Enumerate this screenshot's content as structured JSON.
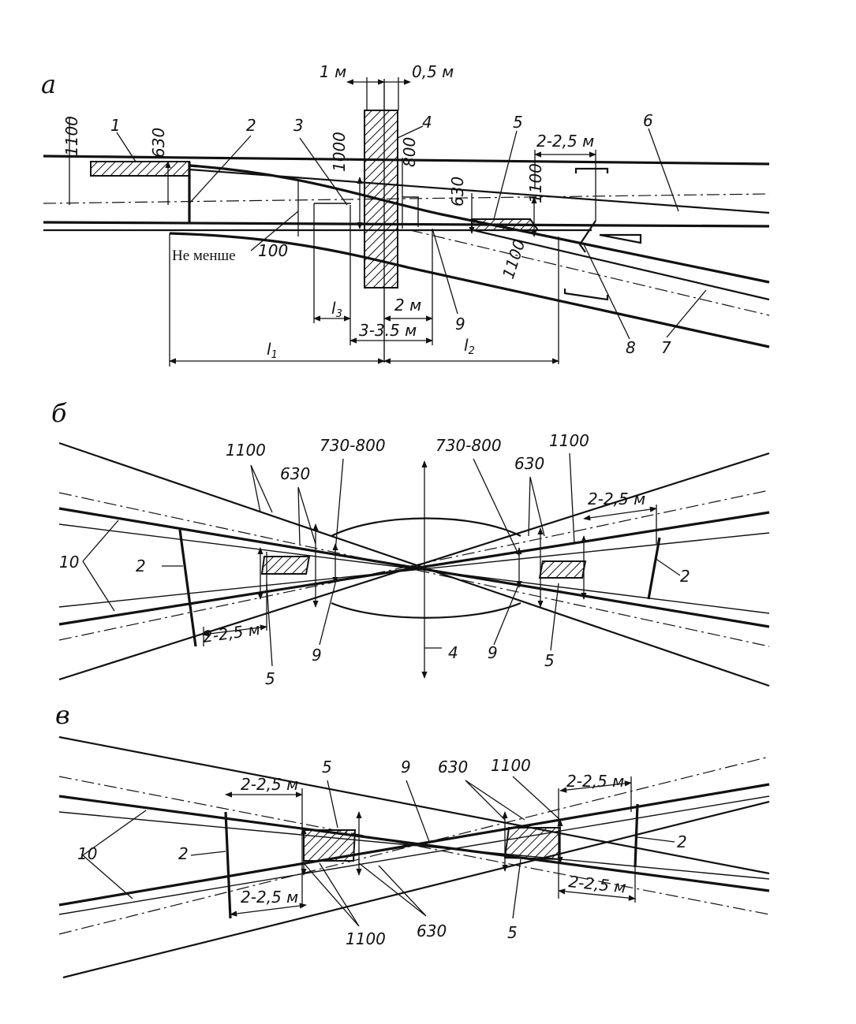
{
  "panels": {
    "a": "а",
    "b": "б",
    "v": "в"
  },
  "labels": {
    "n1": "1",
    "n2": "2",
    "n3": "3",
    "n4": "4",
    "n5": "5",
    "n6": "6",
    "n7": "7",
    "n8": "8",
    "n9": "9",
    "n10": "10"
  },
  "dims": {
    "d1100": "1100",
    "d630": "630",
    "d1000": "1000",
    "d800": "800",
    "d100": "100",
    "d730_800": "730-800",
    "d1m": "1 м",
    "d05m": "0,5 м",
    "d2m": "2 м",
    "d3_35m": "3-3.5 м",
    "d2_25m": "2-2,5 м",
    "d2_25m_b": "2-2.5 м",
    "l1": "l",
    "l2": "l",
    "l3": "l",
    "sub1": "1",
    "sub2": "2",
    "sub3": "3",
    "not_less": "Не менше"
  },
  "colors": {
    "ink": "#111111",
    "paper": "#ffffff"
  }
}
